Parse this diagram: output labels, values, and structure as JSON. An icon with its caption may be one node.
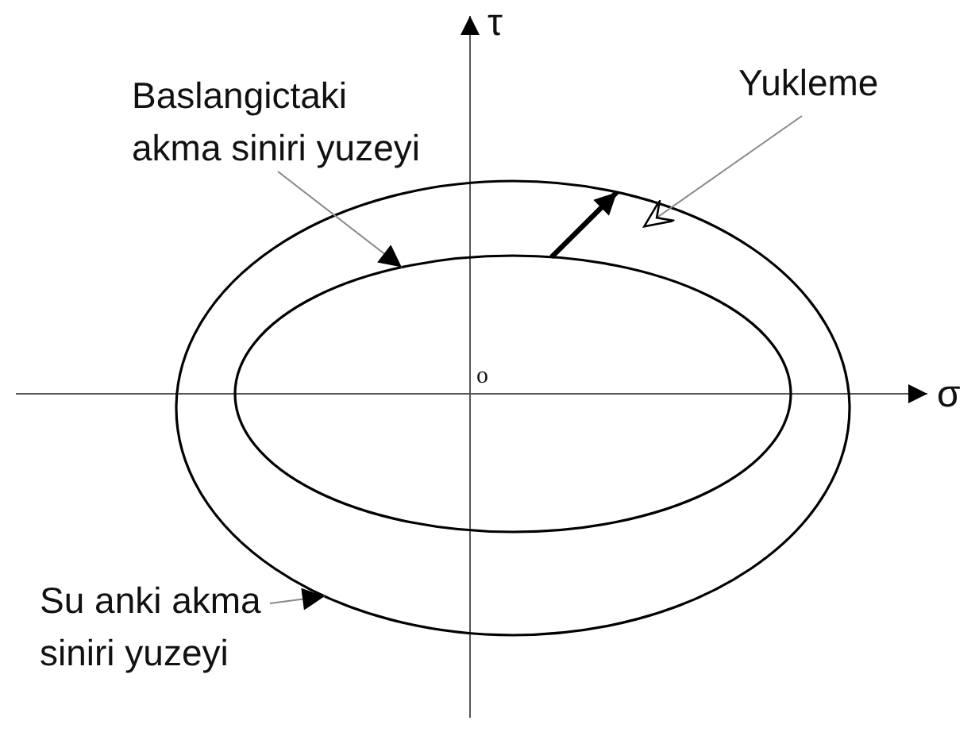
{
  "diagram": {
    "nodes": [
      {
        "text": [
          "Baslangictaki akma siniri yuzeyi"
        ]
      },
      {
        "text": [],
        "shape": "ellipse",
        "in": 3
      },
      {
        "text": [
          "Su anki akma siniri yuzeyi"
        ]
      },
      {
        "text": [],
        "shape": "ellipse"
      },
      {
        "text": [
          "Yukleme"
        ]
      }
    ],
    "edges": [
      {
        "from": 0,
        "to": 1,
        "arrow": "to"
      },
      {
        "from": 2,
        "to": 3,
        "arrow": "to"
      },
      {
        "from": 1,
        "to": 3,
        "arrow": "to",
        "style": "thick",
        "color": "#000000"
      },
      {
        "from": 4,
        "to": 3,
        "arrow": "to"
      }
    ],
    "labels": [
      "τ",
      "σ",
      "o"
    ]
  }
}
